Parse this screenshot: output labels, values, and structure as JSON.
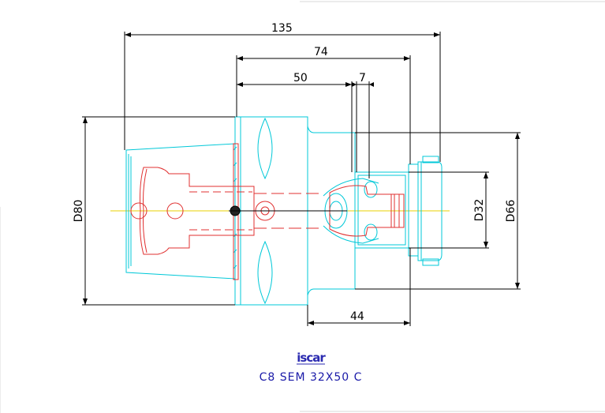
{
  "dimensions": {
    "overall_length": "135",
    "length_74": "74",
    "length_50": "50",
    "length_7": "7",
    "length_44": "44",
    "diameter_80": "D80",
    "diameter_32": "D32",
    "diameter_66": "D66"
  },
  "brand": "iscar",
  "caption": "C8 SEM 32X50 C",
  "colors": {
    "outline_cyan": "#00c8d8",
    "hidden_red": "#e03030",
    "dimension": "#000000",
    "centerline": "#e8d000",
    "brand_blue": "#2a2ab0"
  }
}
